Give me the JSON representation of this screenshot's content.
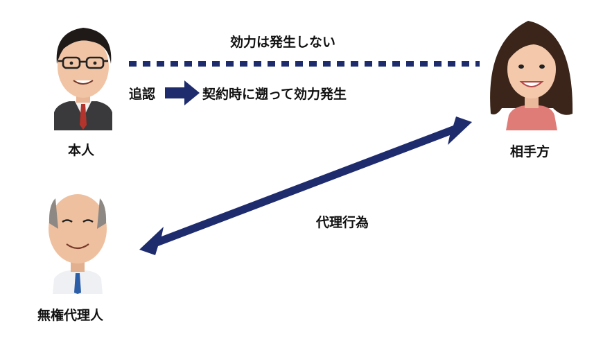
{
  "persons": {
    "principal": {
      "label": "本人"
    },
    "counterparty": {
      "label": "相手方"
    },
    "unauthorized_agent": {
      "label": "無権代理人"
    }
  },
  "relations": {
    "no_effect": "効力は発生しない",
    "ratification": "追認",
    "retroactive": "契約時に遡って効力発生",
    "agency_act": "代理行為"
  },
  "colors": {
    "arrow": "#1e2c6e",
    "text": "#111111"
  }
}
